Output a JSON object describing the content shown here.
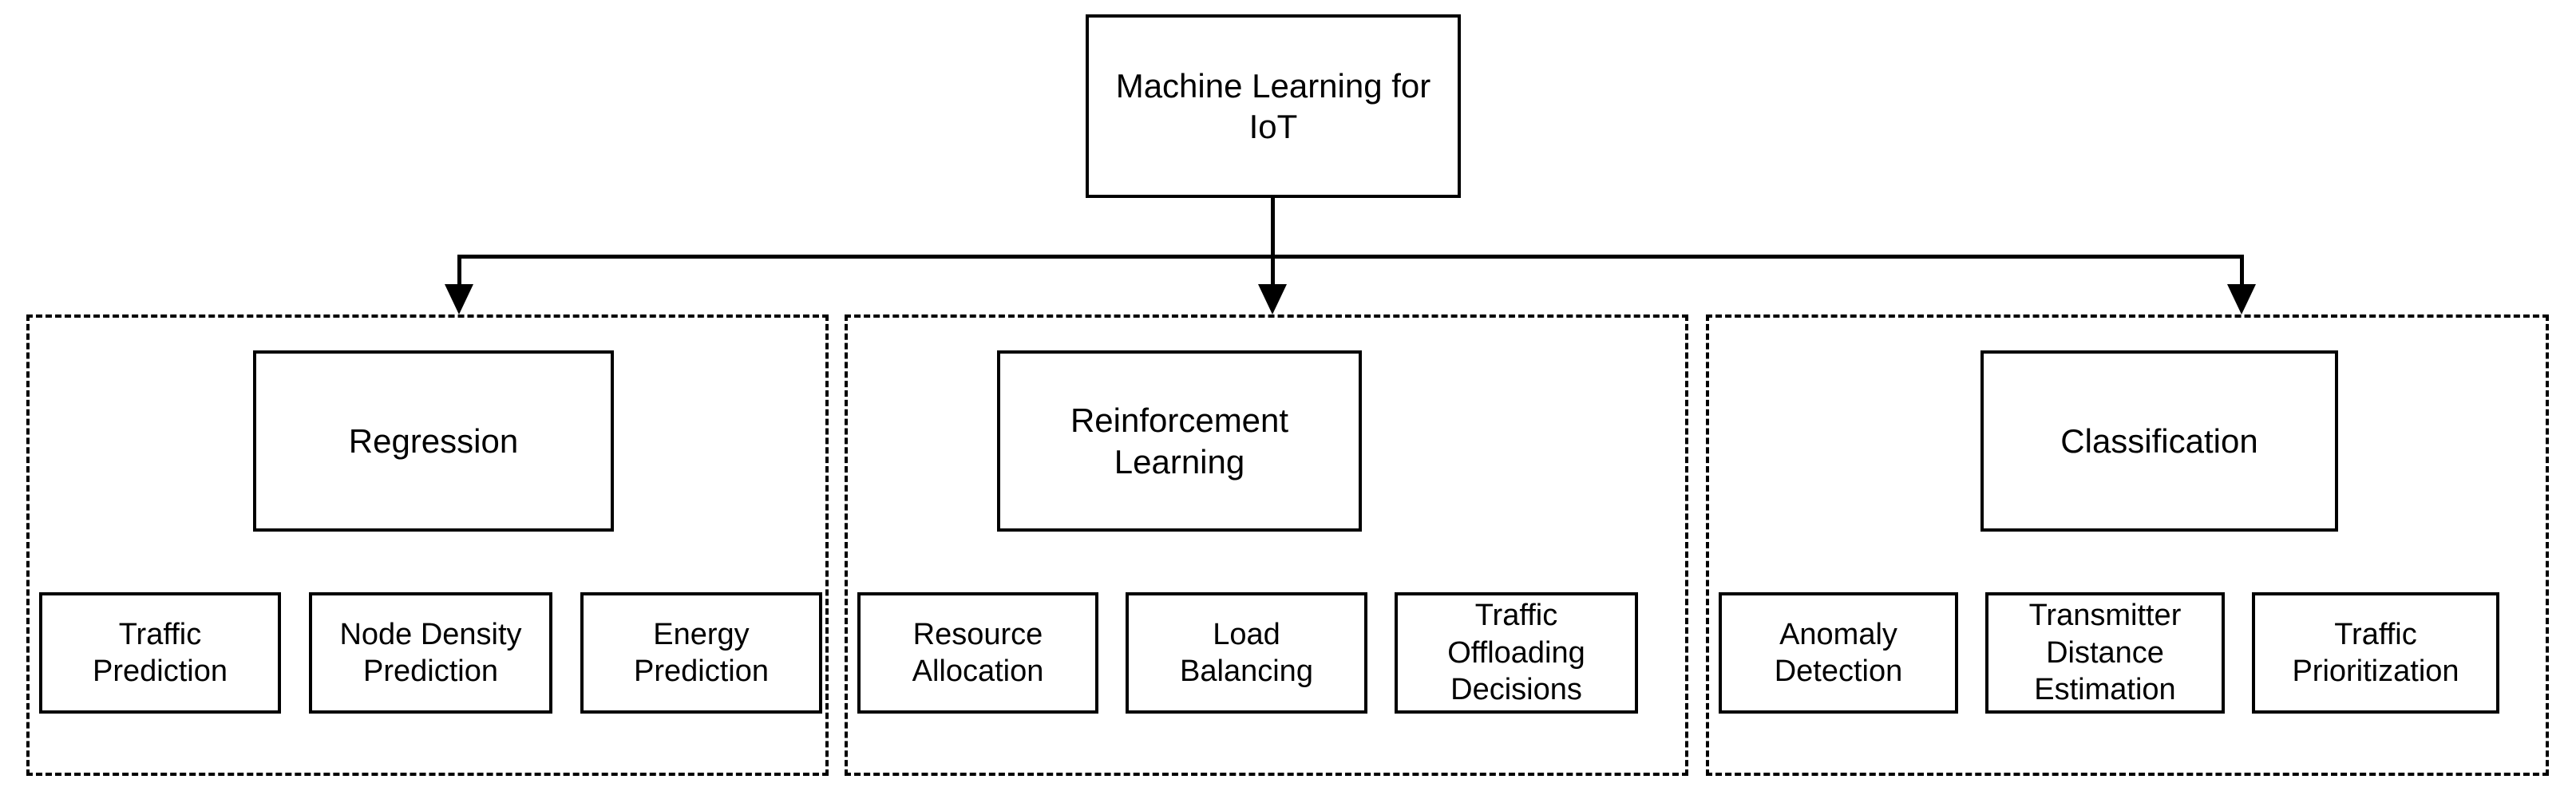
{
  "diagram": {
    "root": {
      "label": "Machine Learning for\nIoT"
    },
    "groups": [
      {
        "id": "regression",
        "category": "Regression",
        "leaves": [
          "Traffic\nPrediction",
          "Node Density\nPrediction",
          "Energy\nPrediction"
        ]
      },
      {
        "id": "reinforcement-learning",
        "category": "Reinforcement\nLearning",
        "leaves": [
          "Resource\nAllocation",
          "Load\nBalancing",
          "Traffic\nOffloading\nDecisions"
        ]
      },
      {
        "id": "classification",
        "category": "Classification",
        "leaves": [
          "Anomaly\nDetection",
          "Transmitter\nDistance\nEstimation",
          "Traffic\nPrioritization"
        ]
      }
    ],
    "colors": {
      "stroke": "#000000",
      "fill": "#ffffff",
      "text": "#000000"
    }
  }
}
